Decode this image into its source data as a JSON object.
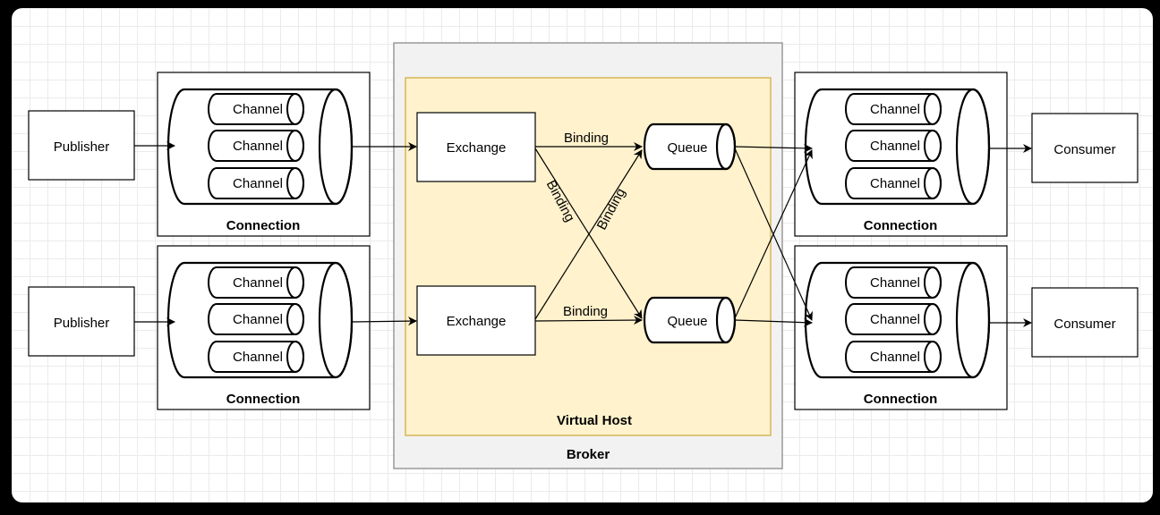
{
  "broker": {
    "label": "Broker"
  },
  "vhost": {
    "label": "Virtual Host"
  },
  "publishers": [
    "Publisher",
    "Publisher"
  ],
  "consumers": [
    "Consumer",
    "Consumer"
  ],
  "connection_label": "Connection",
  "channel_label": "Channel",
  "exchanges": [
    "Exchange",
    "Exchange"
  ],
  "queues": [
    "Queue",
    "Queue"
  ],
  "binding_label": "Binding",
  "colors": {
    "broker_fill": "#f2f2f2",
    "broker_stroke": "#999999",
    "vhost_fill": "#fff2cc",
    "vhost_stroke": "#d6b656",
    "stroke": "#000000"
  }
}
